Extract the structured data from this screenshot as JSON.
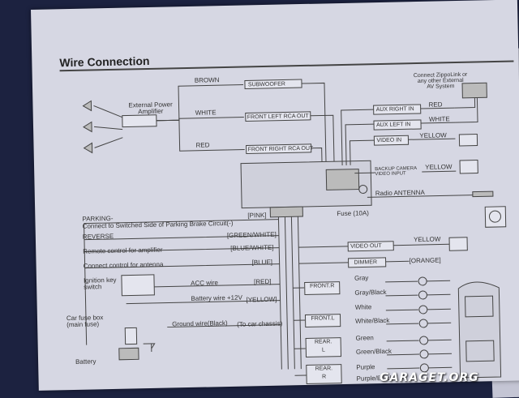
{
  "title": "Wire Connection",
  "amplifier": "External Power\nAmplifier",
  "wires": {
    "brown": "BROWN",
    "white": "WHITE",
    "red": "RED",
    "subwoofer": "SUBWOOFER",
    "front_left_rca": "FRONT LEFT RCA OUT",
    "front_right_rca": "FRONT RIGHT RCA OUT"
  },
  "av": {
    "zipplink": "Connect ZippoLink or\nany other External\nAV System",
    "aux_right": "AUX RIGHT IN",
    "aux_right_color": "RED",
    "aux_left": "AUX LEFT IN",
    "aux_left_color": "WHITE",
    "video_in": "VIDEO IN",
    "video_in_color": "YELLOW",
    "backup": "BACKUP CAMERA\nVIDEO INPUT",
    "backup_color": "YELLOW"
  },
  "antenna": "Radio ANTENNA",
  "fuse": "Fuse (10A)",
  "left_wires": {
    "parking": "PARKING-\nConnect to Switched Side of Parking Brake Circuit(-)",
    "parking_color": "[PINK]",
    "reverse": "REVERSE",
    "reverse_color": "[GREEN/WHITE]",
    "remote": "Remote control for amplifier",
    "remote_color": "[BLUE/WHITE]",
    "antenna_ctl": "Connect control for antenna",
    "antenna_ctl_color": "[BLUE]",
    "ignition": "Ignition key\nswitch",
    "acc": "ACC wire",
    "acc_color": "[RED]",
    "battery_wire": "Battery wire +12V",
    "battery_color": "[YELLOW]",
    "fuse_box": "Car fuse box\n(main fuse)",
    "ground": "Ground wire(Black)",
    "ground_note": "(To car chassis)",
    "battery": "Battery"
  },
  "outputs": {
    "video_out": "VIDEO OUT",
    "video_out_color": "YELLOW",
    "dimmer": "DIMMER",
    "dimmer_color": "[ORANGE]"
  },
  "speakers": [
    {
      "label": "FRONT.R",
      "plus": "Gray",
      "minus": "Gray/Black"
    },
    {
      "label": "FRONT.L",
      "plus": "White",
      "minus": "White/Black"
    },
    {
      "label": "REAR.\nL",
      "plus": "Green",
      "minus": "Green/Black"
    },
    {
      "label": "REAR.\nR",
      "plus": "Purple",
      "minus": "Purple/Black"
    }
  ],
  "watermark": "GARAGET.ORG"
}
